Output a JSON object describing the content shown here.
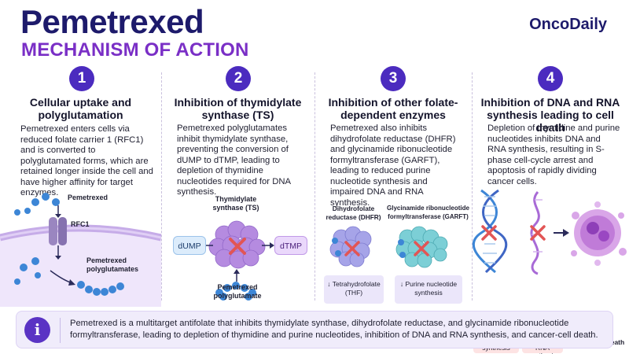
{
  "header": {
    "title": "Pemetrexed",
    "subtitle": "MECHANISM OF ACTION",
    "brand": "OncoDaily"
  },
  "steps": [
    {
      "number": "1",
      "heading": "Cellular uptake and polyglutamation",
      "description": "Pemetrexed enters cells via reduced folate carrier 1 (RFC1) and is converted to polyglutamated forms, which are retained longer inside the cell and have higher affinity for target enzymes.",
      "labels": {
        "drug": "Pemetrexed",
        "carrier": "RFC1",
        "product": "Pemetrexed polyglutamates"
      }
    },
    {
      "number": "2",
      "heading": "Inhibition of thymidylate synthase (TS)",
      "description": "Pemetrexed polyglutamates inhibit thymidylate synthase, preventing the conversion of dUMP to dTMP, leading to depletion of thymidine nucleotides required for DNA synthesis.",
      "labels": {
        "enzyme": "Thymidylate synthase (TS)",
        "substrate": "dUMP",
        "product": "dTMP",
        "inhibitor": "Pemetrexed polyglutamate"
      }
    },
    {
      "number": "3",
      "heading": "Inhibition of other folate-dependent enzymes",
      "description": "Pemetrexed also inhibits dihydrofolate reductase (DHFR) and glycinamide ribonucleotide formyltransferase (GARFT), leading to reduced purine nucleotide synthesis and impaired DNA and RNA synthesis.",
      "labels": {
        "enzyme_a": "Dihydrofolate reductase (DHFR)",
        "enzyme_b": "Glycinamide ribonucleotide formyltransferase (GARFT)",
        "result_a": "↓ Tetrahydrofolate (THF)",
        "result_b": "↓ Purine nucleotide synthesis"
      }
    },
    {
      "number": "4",
      "heading": "Inhibition of DNA and RNA synthesis leading to cell death",
      "description": "Depletion of thymidine and purine nucleotides inhibits DNA and RNA synthesis, resulting in S-phase cell-cycle arrest and apoptosis of rapidly dividing cancer cells.",
      "labels": {
        "dna": "Inhibited DNA synthesis",
        "rna": "Inhibited RNA synthesis",
        "death": "Cancer cell death"
      }
    }
  ],
  "summary": {
    "icon": "info-icon",
    "text": "Pemetrexed is a multitarget antifolate that inhibits thymidylate synthase, dihydrofolate reductase, and glycinamide ribonucleotide formyltransferase, leading to depletion of thymidine and purine nucleotides, inhibition of DNA and RNA synthesis, and cancer-cell death."
  },
  "colors": {
    "title": "#1d1a6b",
    "subtitle": "#7a2fc6",
    "step_badge": "#4b2bbf",
    "inhibition_mark": "#e25555",
    "summary_bg": "#f0ecfb"
  }
}
